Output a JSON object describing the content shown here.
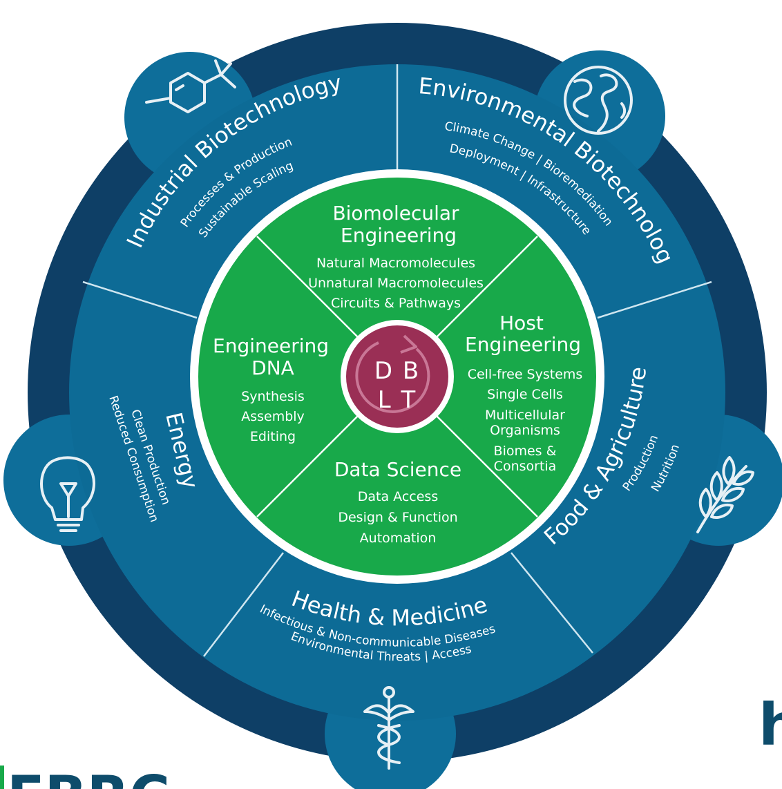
{
  "colors": {
    "outer_ring": "#0e3f66",
    "domain_band": "#0d6b96",
    "domain_lobe": "#0e6e9a",
    "divider": "#cfe6f0",
    "core_green": "#18a94a",
    "core_ring": "#ffffff",
    "center_circle": "#9a2f55",
    "logo": "#0e4c6b"
  },
  "application_areas": {
    "industrial": {
      "title": "Industrial Biotechnology",
      "lines": [
        "Processes & Production",
        "Sustainable Scaling"
      ],
      "icon": "molecule-icon"
    },
    "environmental": {
      "title": "Environmental Biotechnology",
      "lines": [
        "Climate Change | Bioremediation",
        "Deployment | Infrastructure"
      ],
      "icon": "globe-icon"
    },
    "energy": {
      "title": "Energy",
      "lines": [
        "Clean Production",
        "Reduced Consumption"
      ],
      "icon": "lightbulb-icon"
    },
    "food": {
      "title": "Food & Agriculture",
      "lines": [
        "Production",
        "Nutrition"
      ],
      "icon": "wheat-icon"
    },
    "health": {
      "title": "Health & Medicine",
      "lines": [
        "Infectious & Non-communicable Diseases",
        "Environmental Threats | Access"
      ],
      "icon": "caduceus-icon"
    }
  },
  "core_areas": {
    "biomolecular": {
      "title": [
        "Biomolecular",
        "Engineering"
      ],
      "items": [
        "Natural Macromolecules",
        "Unnatural Macromolecules",
        "Circuits & Pathways"
      ]
    },
    "dna": {
      "title": [
        "Engineering",
        "DNA"
      ],
      "items": [
        "Synthesis",
        "Assembly",
        "Editing"
      ]
    },
    "host": {
      "title": [
        "Host",
        "Engineering"
      ],
      "items": [
        "Cell-free Systems",
        "Single Cells",
        "Multicellular",
        "Organisms",
        "Biomes &",
        "Consortia"
      ]
    },
    "data": {
      "title": [
        "Data Science"
      ],
      "items": [
        "Data Access",
        "Design & Function",
        "Automation"
      ]
    }
  },
  "center": {
    "row1": "D B",
    "row2": "L T"
  },
  "logo": {
    "left": "EBRC",
    "right": "h"
  }
}
